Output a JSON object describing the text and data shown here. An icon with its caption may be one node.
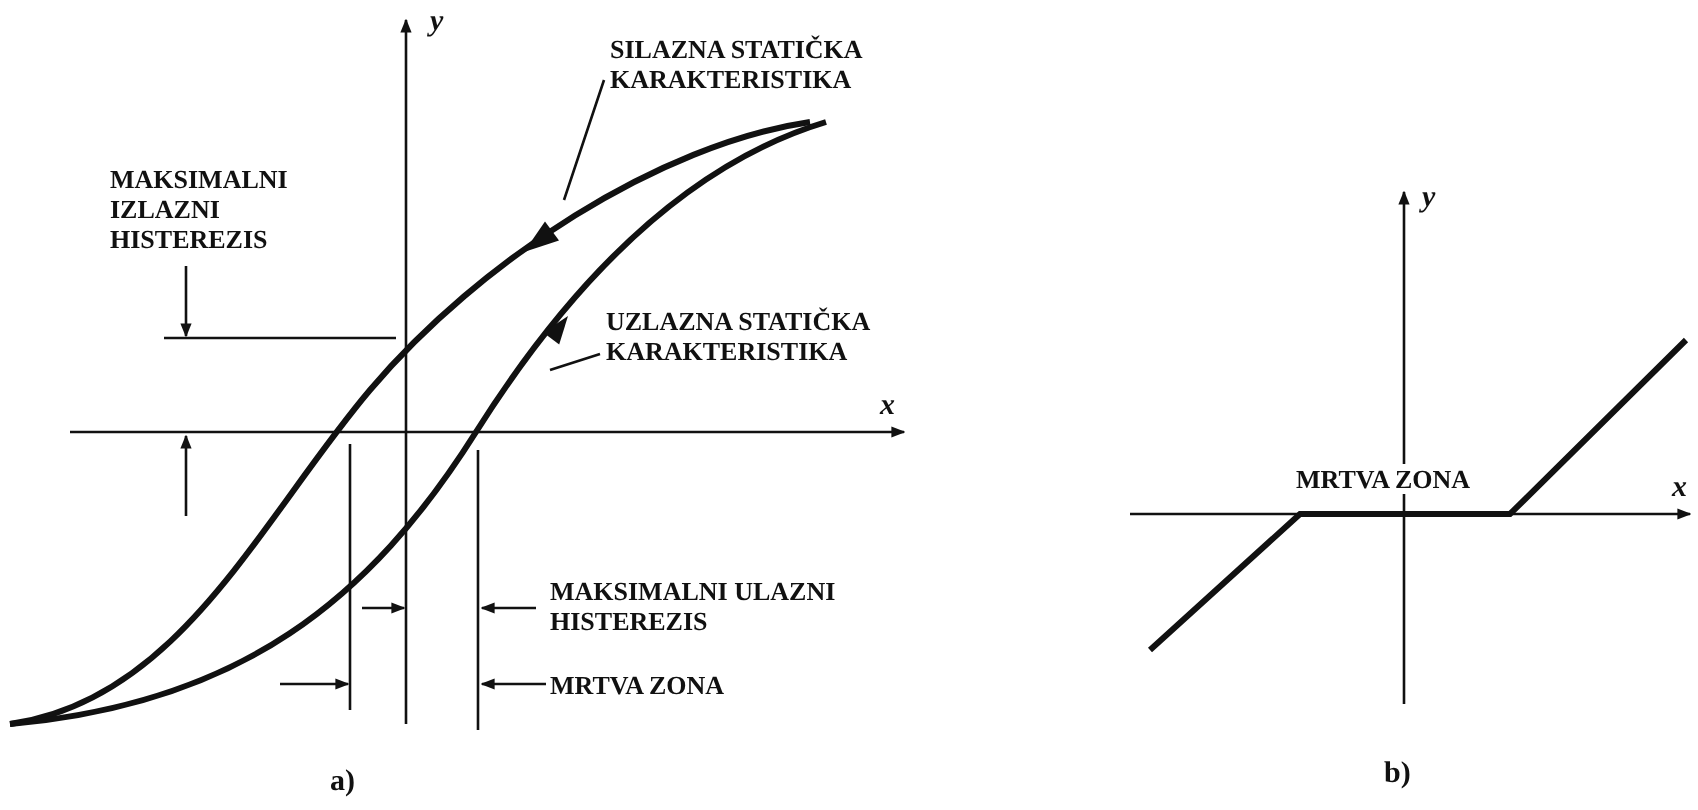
{
  "diagram": {
    "nodes": [
      {
        "text": [
          "SILAZNA STATIČKA KARAKTERISTIKA"
        ]
      },
      {
        "text": [
          "UZLAZNA STATIČKA KARAKTERISTIKA"
        ]
      }
    ],
    "edges": [
      {
        "from": 0,
        "to": null,
        "arrow": "none"
      },
      {
        "from": 1,
        "to": null,
        "arrow": "none"
      }
    ],
    "labels": [
      "y",
      "x",
      "MAKSIMALNI IZLAZNI HISTEREZIS",
      "MAKSIMALNI ULAZNI HISTEREZIS",
      "MRTVA ZONA",
      "a)",
      "y",
      "MRTVA ZONA",
      "x",
      "b)"
    ]
  }
}
